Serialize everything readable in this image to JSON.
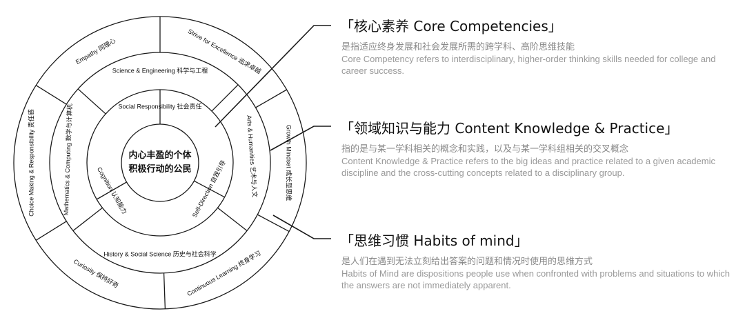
{
  "center": {
    "line1": "内心丰盈的个体",
    "line2": "积极行动的公民"
  },
  "inner_ring": [
    {
      "key": "cognition",
      "label": "Cognition 认知能力"
    },
    {
      "key": "self_direction",
      "label": "Self-Direction 自我引导"
    },
    {
      "key": "social_responsibility",
      "label": "Social Responsibility 社会责任"
    }
  ],
  "middle_ring": [
    {
      "key": "science_engineering",
      "label": "Science & Engineering 科学与工程"
    },
    {
      "key": "arts_humanities",
      "label": "Arts & Humanities 艺术与人文"
    },
    {
      "key": "history_social_science",
      "label": "History & Social Science 历史与社会科学"
    },
    {
      "key": "math_computing",
      "label": "Mathematics & Computing 数学与计算机"
    }
  ],
  "outer_ring": [
    {
      "key": "empathy",
      "label": "Empathy 同理心"
    },
    {
      "key": "strive_for_excellence",
      "label": "Strive for Excellence 追求卓越"
    },
    {
      "key": "growth_mindset",
      "label": "Growth Mindset 成长型思维"
    },
    {
      "key": "continuous_learning",
      "label": "Continuous Learning 终身学习"
    },
    {
      "key": "curiosity",
      "label": "Curiosity 保持好奇"
    },
    {
      "key": "choice_making",
      "label": "Choice Making & Responsibility 责任感"
    }
  ],
  "sections": [
    {
      "title": "「核心素养  Core Competencies」",
      "zh": "是指适应终身发展和社会发展所需的跨学科、高阶思维技能",
      "en": "Core Competency refers to interdisciplinary, higher-order thinking skills needed for college and career success."
    },
    {
      "title": "「领域知识与能力  Content Knowledge & Practice」",
      "zh": "指的是与某一学科相关的概念和实践，以及与某一学科组相关的交叉概念",
      "en": "Content Knowledge & Practice refers to the big ideas and practice related to a given academic discipline and the cross-cutting concepts related to a disciplinary group."
    },
    {
      "title": "「思维习惯  Habits of mind」",
      "zh": "是人们在遇到无法立刻给出答案的问题和情况时使用的思维方式",
      "en": "Habits of Mind are dispositions people use when confronted with problems and situations to which the answers are not immediately apparent."
    }
  ],
  "colors": {
    "line": "#1a1a1a",
    "text": "#111111",
    "muted": "#999999"
  }
}
